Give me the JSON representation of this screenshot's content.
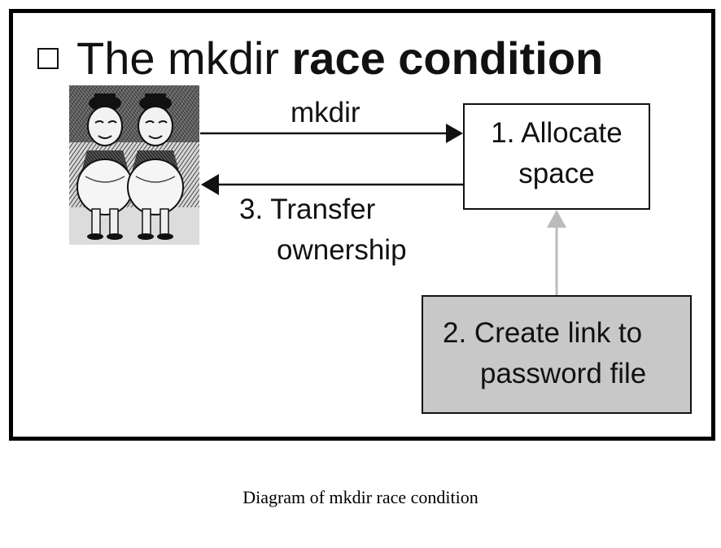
{
  "slide": {
    "title_regular": "The mkdir",
    "title_bold": "race condition",
    "arrow_mkdir_label": "mkdir",
    "box_allocate": {
      "line1": "1. Allocate",
      "line2": "space"
    },
    "transfer_label": {
      "line1": "3. Transfer",
      "line2": "ownership"
    },
    "box_link": {
      "line1": "2. Create link to",
      "line2": "password file"
    },
    "colors": {
      "frame": "#000000",
      "link_box_fill": "#c8c8c8",
      "attack_arrow": "#bbbbbb"
    },
    "icons": [
      "bullet-box-icon",
      "tweedle-twins-illustration"
    ]
  },
  "caption": "Diagram of mkdir race condition"
}
